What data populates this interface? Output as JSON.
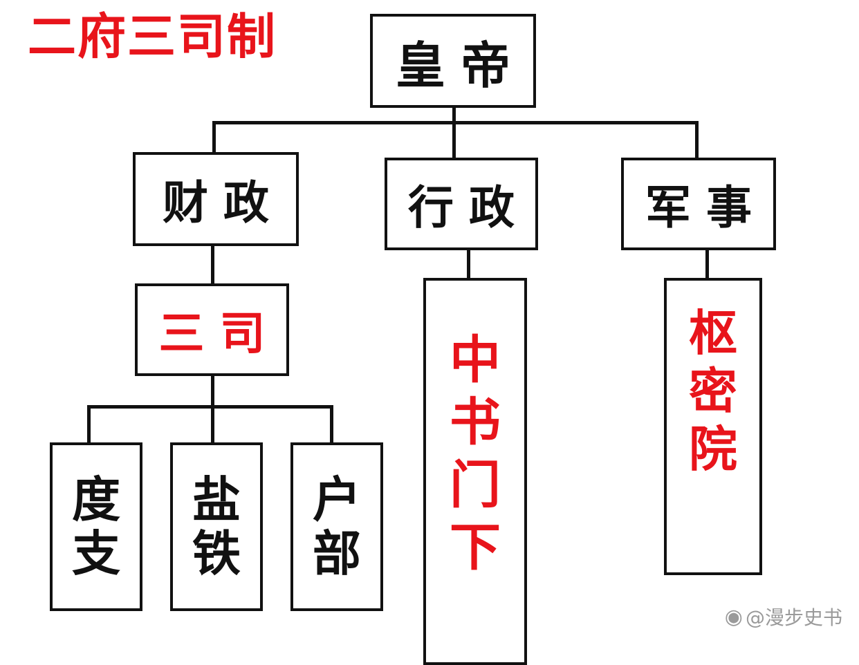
{
  "title": "二府三司制",
  "nodes": {
    "emperor": "皇帝",
    "finance": "财政",
    "administration": "行政",
    "military": "军事",
    "sansi": "三司",
    "duzhi": [
      "度",
      "支"
    ],
    "yantie": [
      "盐",
      "铁"
    ],
    "hubu": [
      "户",
      "部"
    ],
    "zhongshumenxia": [
      "中",
      "书",
      "门",
      "下"
    ],
    "shumiyuan": [
      "枢",
      "密",
      "院"
    ]
  },
  "watermark": {
    "text": "@漫步史书",
    "icon": "weibo-logo-icon"
  },
  "colors": {
    "accent_red": "#e8141b",
    "border": "#111111",
    "watermark": "#9a9a9a"
  }
}
